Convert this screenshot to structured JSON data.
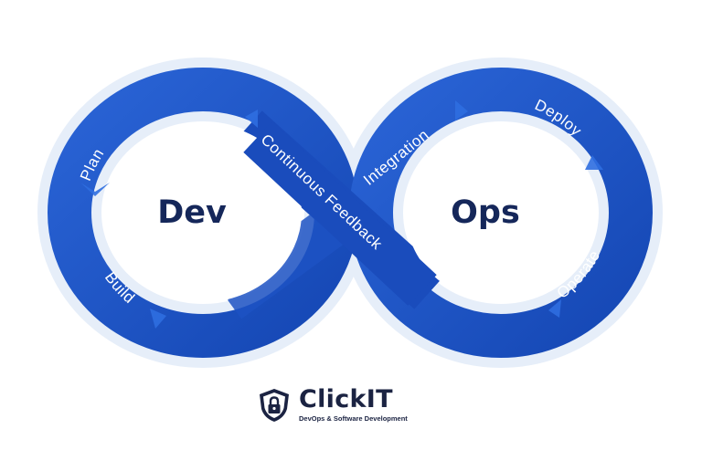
{
  "diagram": {
    "left_loop_title": "Dev",
    "right_loop_title": "Ops",
    "stages": {
      "plan": "Plan",
      "build": "Build",
      "continuous": "Continuous",
      "continuous_feedback": "Continuous Feedback",
      "integration": "Integration",
      "deploy": "Deploy",
      "operate": "Operate"
    }
  },
  "logo": {
    "brand_name": "ClickIT",
    "tagline": "DevOps & Software Development"
  },
  "colors": {
    "band_primary": "#1f56c8",
    "band_dark": "#123a9e",
    "halo": "#e5eef9",
    "title_text": "#15275a",
    "logo_text": "#1b2342"
  }
}
